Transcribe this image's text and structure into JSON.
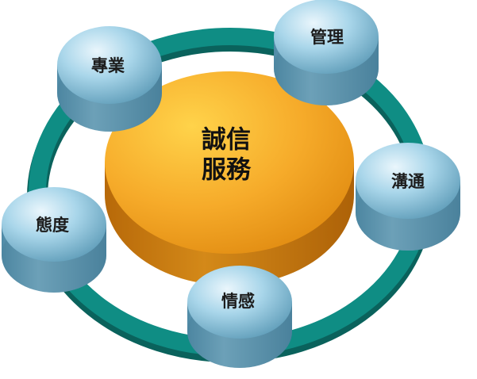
{
  "center": {
    "line1": "誠信",
    "line2": "服務"
  },
  "nodes": {
    "professional": "專業",
    "management": "管理",
    "communication": "溝通",
    "attitude": "態度",
    "emotion": "情感"
  },
  "colors": {
    "ring": "#0f8d84",
    "ring_dark": "#0a625c",
    "center_top": "#f6ab2a",
    "center_side": "#cf7c0a",
    "node_top": "#a9d6ea",
    "node_side": "#6ea4bd"
  }
}
